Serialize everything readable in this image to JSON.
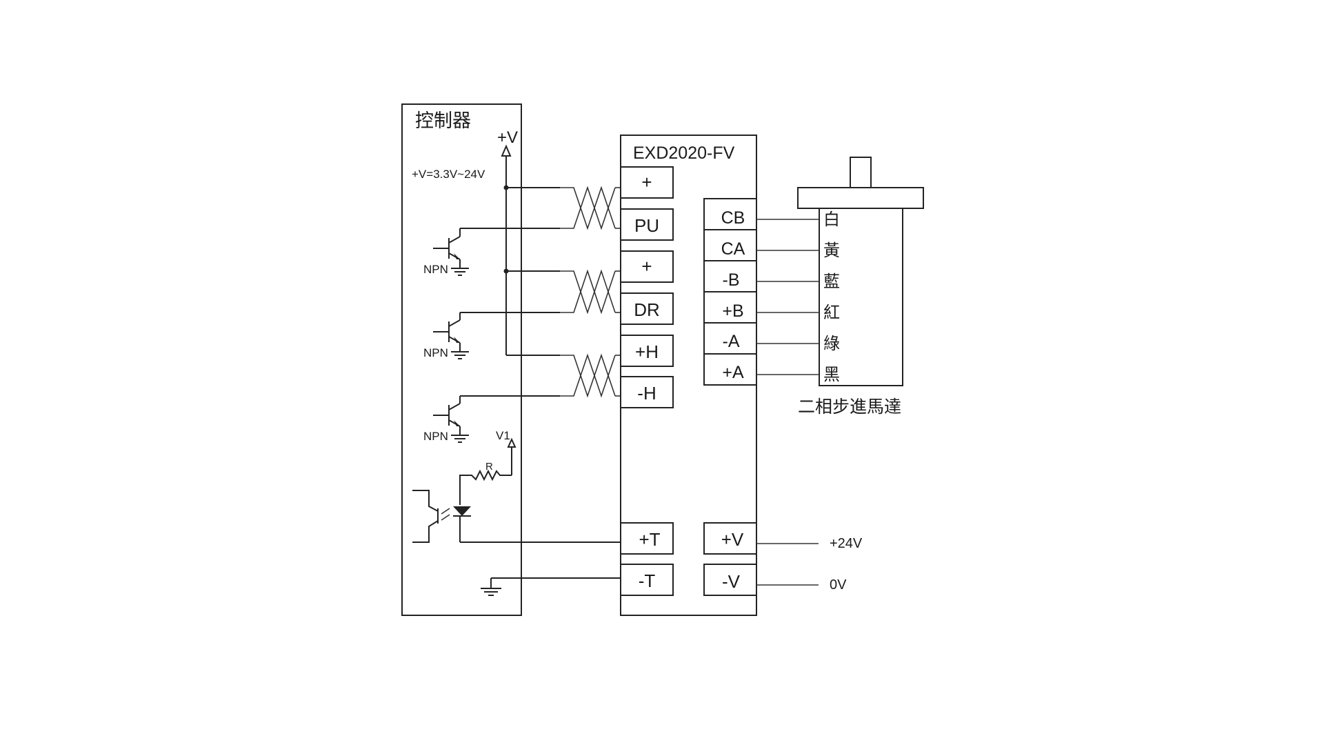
{
  "controller": {
    "title": "控制器",
    "supply_label": "+V",
    "supply_range": "+V=3.3V~24V",
    "transistor_label": "NPN",
    "v1_label": "V1",
    "resistor_label": "R"
  },
  "driver": {
    "model": "EXD2020-FV",
    "left_terminals": [
      "+",
      "PU",
      "+",
      "DR",
      "+H",
      "-H",
      "+T",
      "-T"
    ],
    "right_terminals": [
      "CB",
      "CA",
      "-B",
      "+B",
      "-A",
      "+A"
    ],
    "power_terminals": [
      "+V",
      "-V"
    ]
  },
  "motor": {
    "wire_colors": [
      "白",
      "黃",
      "藍",
      "紅",
      "綠",
      "黑"
    ],
    "caption": "二相步進馬達"
  },
  "power": {
    "plus_label": "+24V",
    "zero_label": "0V"
  }
}
